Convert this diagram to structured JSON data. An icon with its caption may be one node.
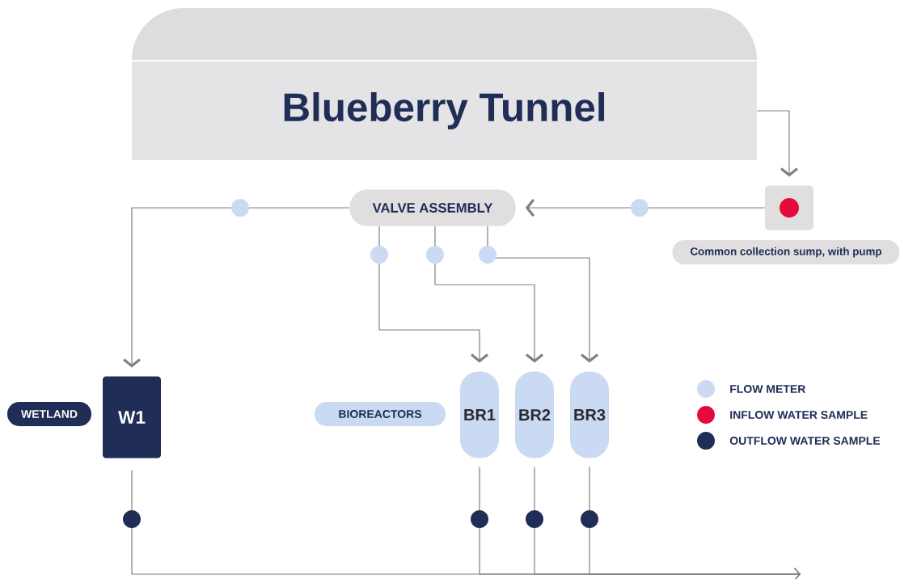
{
  "diagram": {
    "nodes": [
      {
        "text": [
          "Blueberry Tunnel"
        ]
      },
      {
        "text": [],
        "shape": "box"
      },
      {
        "text": [
          "Common collection sump, with pump"
        ]
      },
      {
        "text": [
          "VALVE ASSEMBLY"
        ]
      },
      {
        "text": [
          "WETLAND"
        ]
      },
      {
        "text": [
          "W1"
        ]
      },
      {
        "text": [
          "BIOREACTORS"
        ]
      },
      {
        "text": [
          "BR1"
        ]
      },
      {
        "text": [
          "BR2"
        ]
      },
      {
        "text": [
          "BR3"
        ]
      }
    ],
    "edges": [
      {
        "from": 0,
        "to": 1,
        "arrow": "to"
      },
      {
        "from": 1,
        "to": 3,
        "arrow": "to"
      },
      {
        "from": 3,
        "to": 5,
        "arrow": "to"
      },
      {
        "from": 3,
        "to": 7,
        "arrow": "to"
      },
      {
        "from": 3,
        "to": 8,
        "arrow": "to"
      },
      {
        "from": 3,
        "to": 9,
        "arrow": "to"
      },
      {
        "from": 5,
        "to": null,
        "arrow": "to"
      },
      {
        "from": 7,
        "to": null,
        "arrow": "to"
      },
      {
        "from": 8,
        "to": null,
        "arrow": "to"
      },
      {
        "from": 9,
        "to": null,
        "arrow": "to"
      }
    ],
    "legend": [
      {
        "text": "FLOW METER",
        "color": "#c9daf2"
      },
      {
        "text": "INFLOW WATER SAMPLE",
        "color": "#e30b3b"
      },
      {
        "text": "OUTFLOW WATER SAMPLE",
        "color": "#1f2d57"
      }
    ]
  }
}
